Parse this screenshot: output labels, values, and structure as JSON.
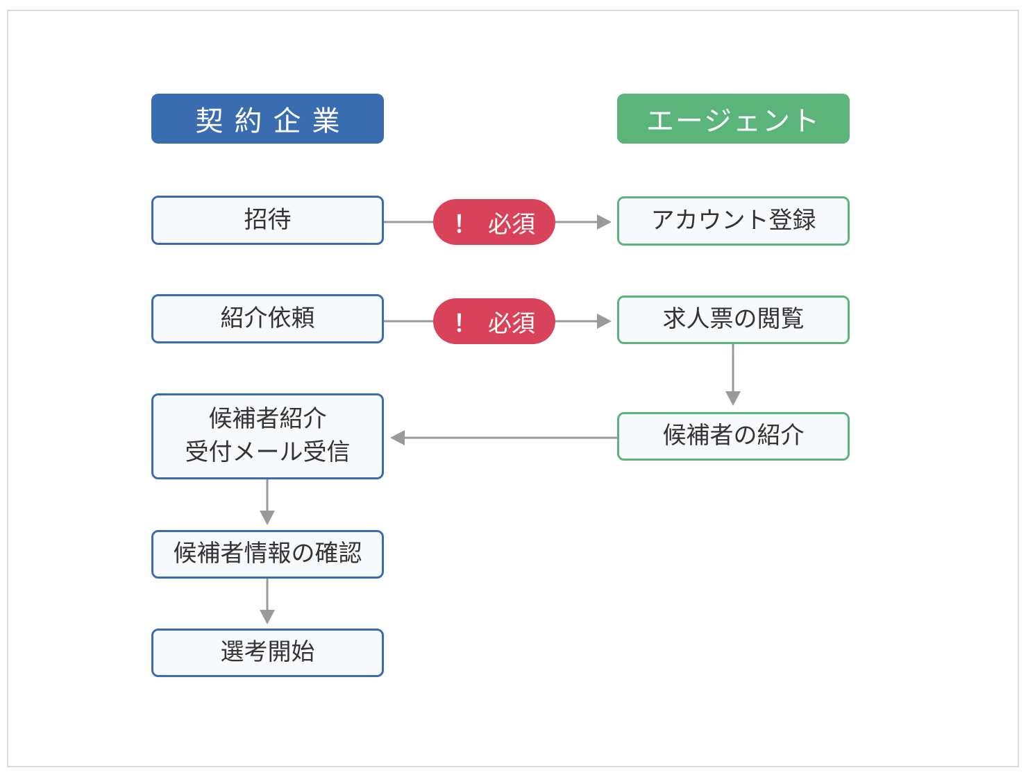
{
  "colors": {
    "company_blue": "#3a6db0",
    "agent_green": "#5bb47a",
    "required_red": "#d8435a",
    "arrow_gray": "#9a9a9a"
  },
  "headers": {
    "company": "契約企業",
    "agent": "エージェント"
  },
  "company_steps": [
    {
      "label": "招待"
    },
    {
      "label": "紹介依頼"
    },
    {
      "label_line1": "候補者紹介",
      "label_line2": "受付メール受信"
    },
    {
      "label": "候補者情報の確認"
    },
    {
      "label": "選考開始"
    }
  ],
  "agent_steps": [
    {
      "label": "アカウント登録"
    },
    {
      "label": "求人票の閲覧"
    },
    {
      "label": "候補者の紹介"
    }
  ],
  "required_badges": [
    {
      "mark": "！",
      "label": "必須"
    },
    {
      "mark": "！",
      "label": "必須"
    }
  ],
  "icons": {
    "arrow": "arrow-icon"
  }
}
